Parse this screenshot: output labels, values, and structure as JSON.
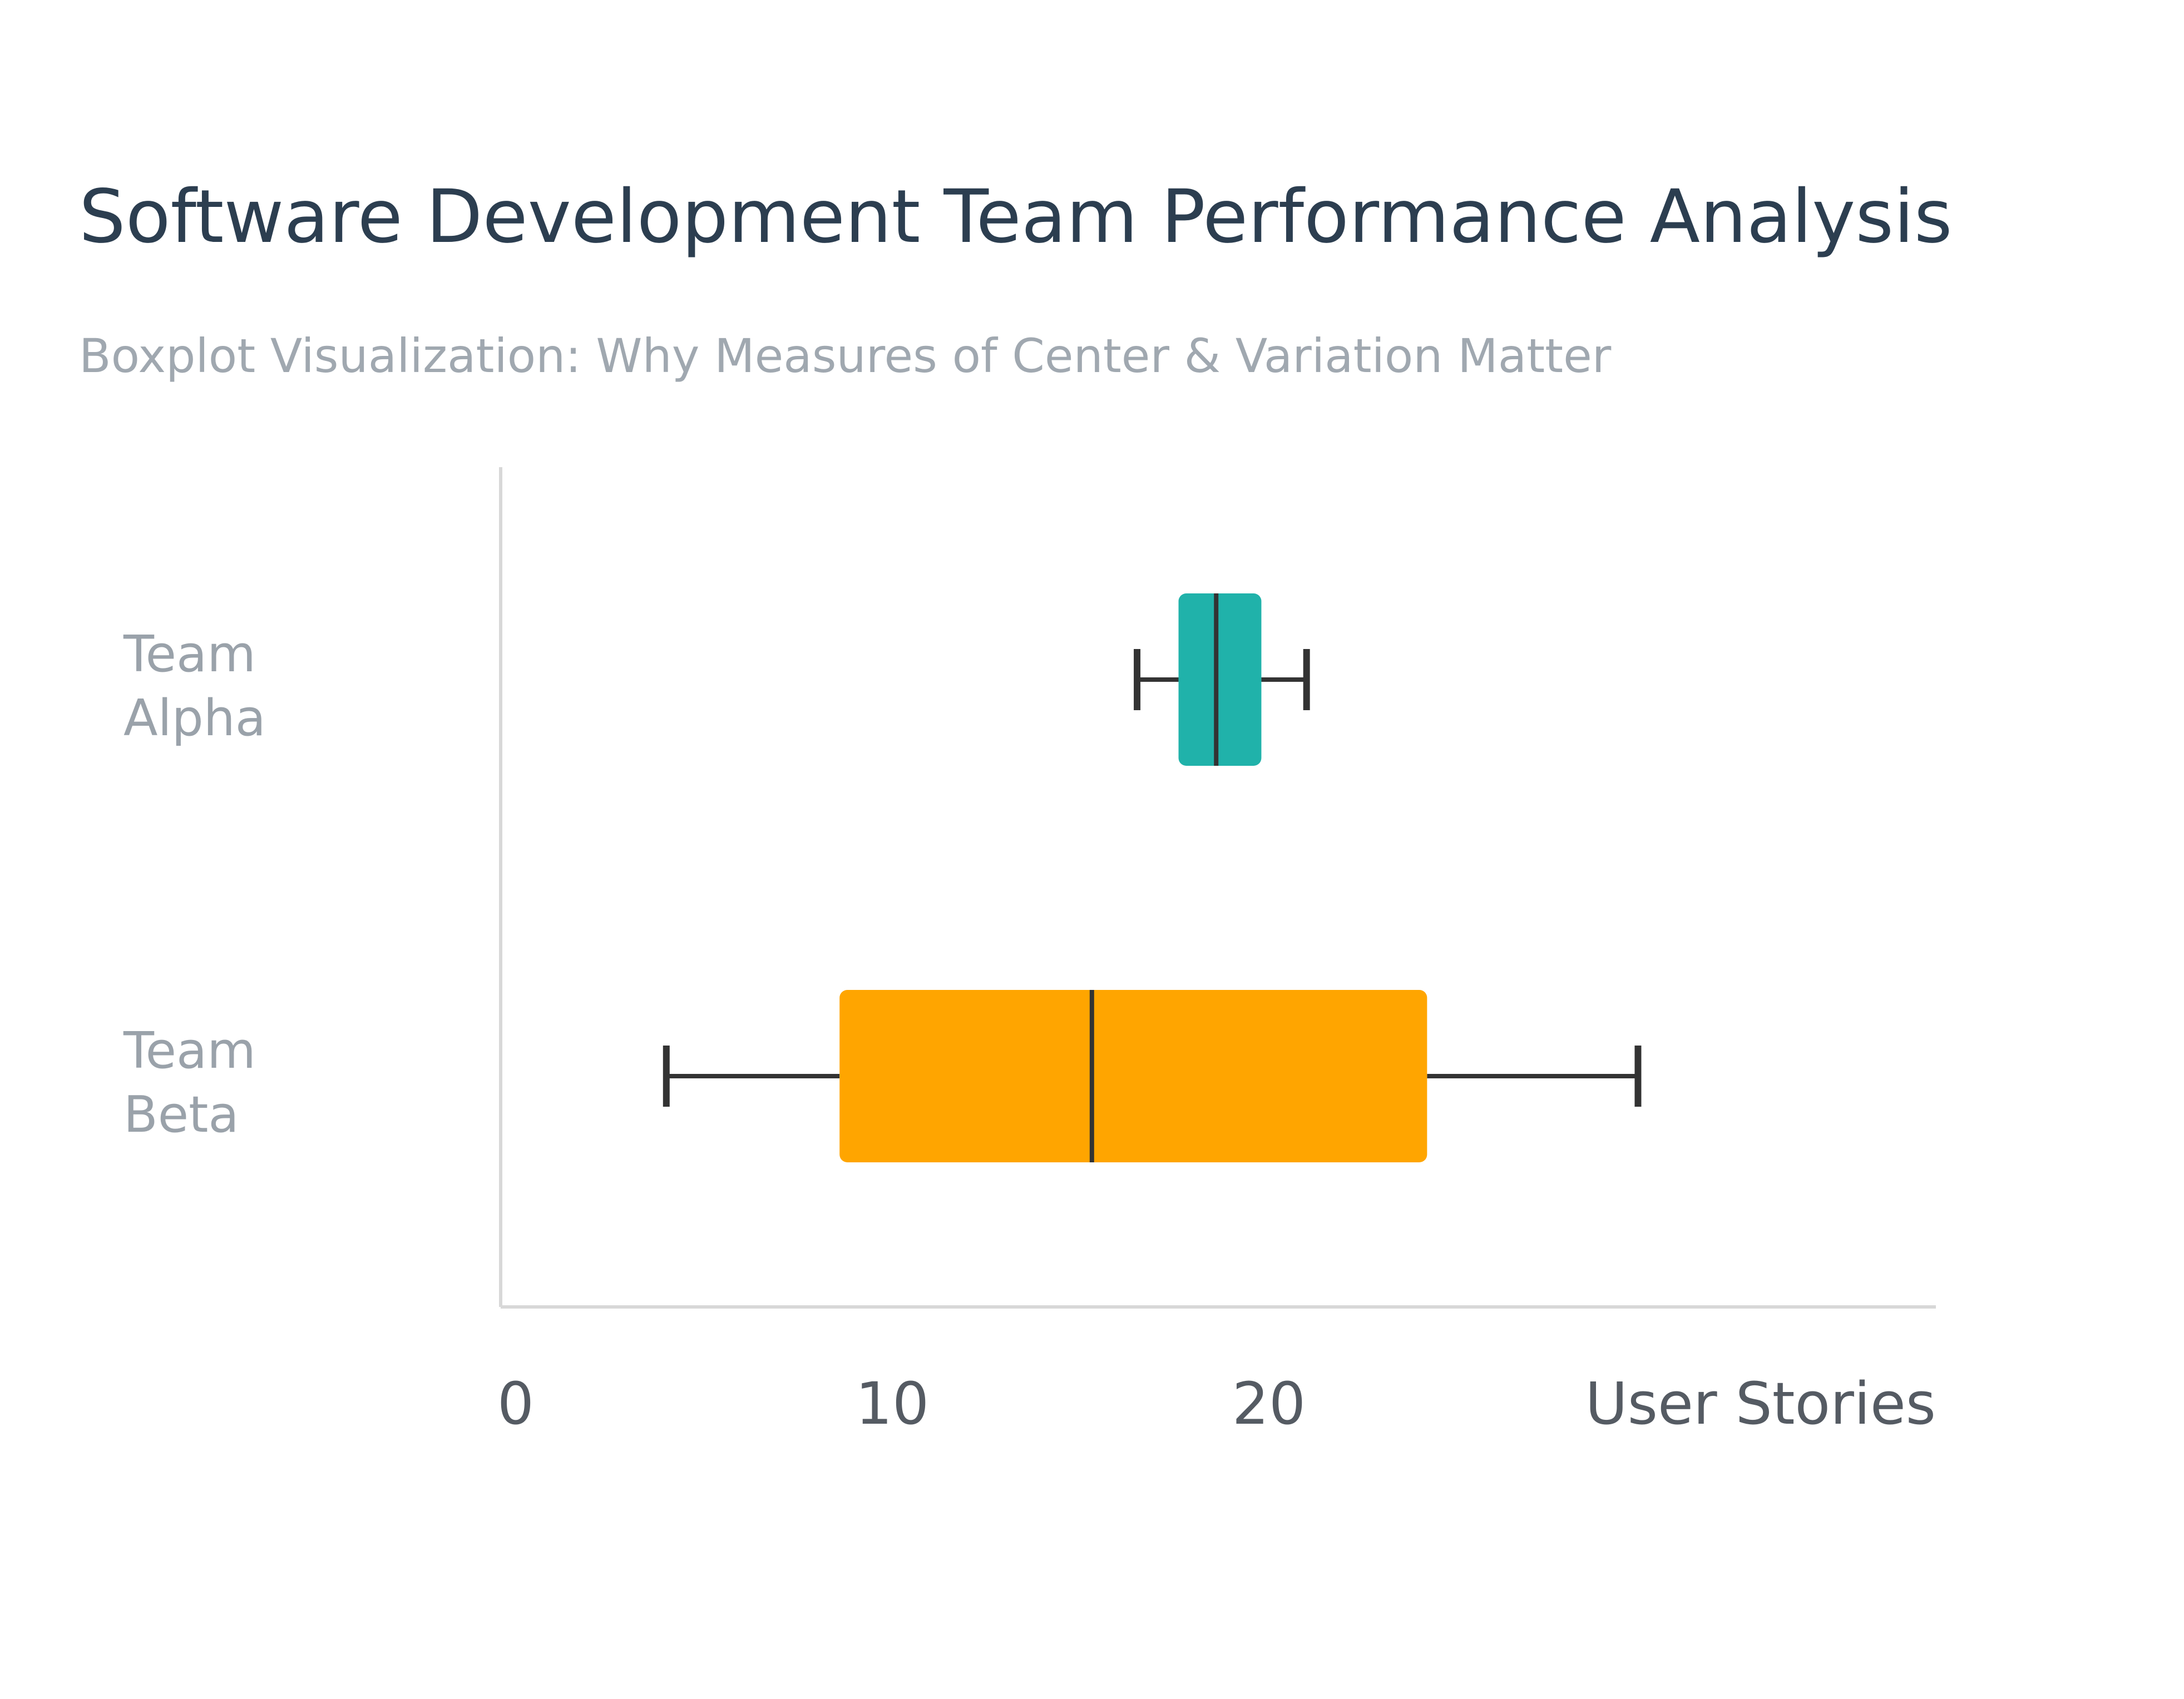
{
  "title": "Software Development Team Performance Analysis",
  "subtitle": "Boxplot Visualization: Why Measures of Center & Variation Matter",
  "chart_data": {
    "type": "boxplot",
    "orientation": "horizontal",
    "xlabel": "User Stories",
    "xlim": [
      0,
      38
    ],
    "x_ticks": [
      0,
      10,
      20
    ],
    "grid": false,
    "categories": [
      [
        "Team",
        "Alpha"
      ],
      [
        "Team",
        "Beta"
      ]
    ],
    "series": [
      {
        "category": "Team Alpha",
        "min": 16.5,
        "q1": 17.6,
        "median": 18.6,
        "q3": 19.8,
        "max": 21,
        "color": "#20b2aa"
      },
      {
        "category": "Team Beta",
        "min": 4,
        "q1": 8.6,
        "median": 15.3,
        "q3": 24.2,
        "max": 29.8,
        "color": "#ffa500"
      }
    ]
  }
}
